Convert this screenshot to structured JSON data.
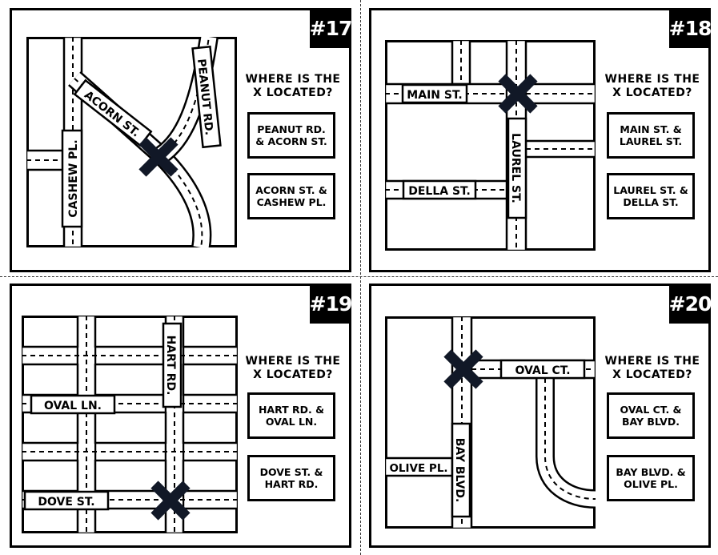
{
  "cards": [
    {
      "number": "#17",
      "question": "WHERE IS THE X LOCATED?",
      "options": [
        "PEANUT RD. & ACORN ST.",
        "ACORN ST. & CASHEW PL."
      ],
      "streets": [
        "PEANUT RD.",
        "ACORN ST.",
        "CASHEW PL."
      ]
    },
    {
      "number": "#18",
      "question": "WHERE IS THE X LOCATED?",
      "options": [
        "MAIN ST. & LAUREL ST.",
        "LAUREL ST. & DELLA ST."
      ],
      "streets": [
        "MAIN ST.",
        "LAUREL ST.",
        "DELLA ST."
      ]
    },
    {
      "number": "#19",
      "question": "WHERE IS THE X LOCATED?",
      "options": [
        "HART RD. & OVAL LN.",
        "DOVE ST. & HART RD."
      ],
      "streets": [
        "HART RD.",
        "OVAL LN.",
        "DOVE ST."
      ]
    },
    {
      "number": "#20",
      "question": "WHERE IS THE X LOCATED?",
      "options": [
        "OVAL CT. & BAY BLVD.",
        "BAY BLVD. & OLIVE PL."
      ],
      "streets": [
        "OVAL CT.",
        "OLIVE PL.",
        "BAY BLVD."
      ]
    }
  ]
}
